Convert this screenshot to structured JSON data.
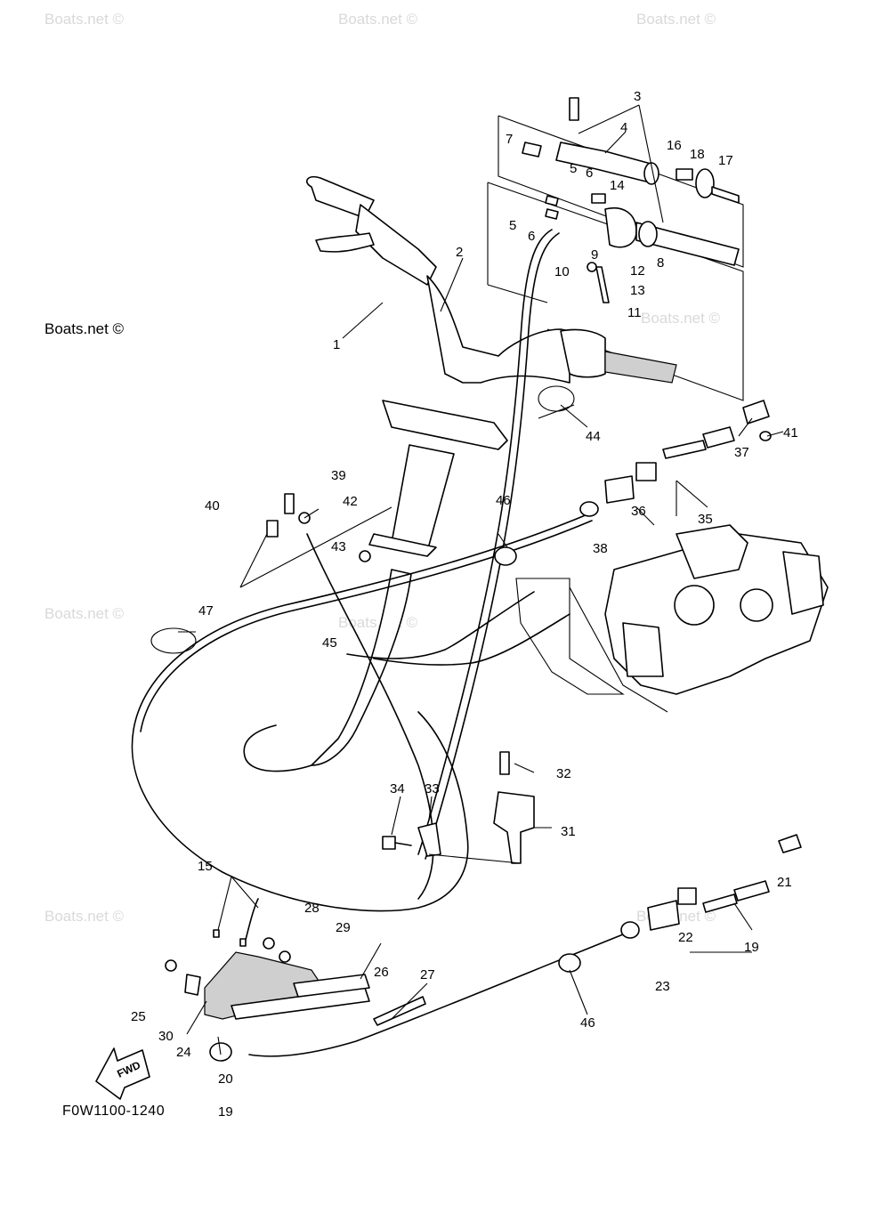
{
  "watermark": "Boats.net ©",
  "copyright": "Boats.net ©",
  "figure_code": "F0W1100-1240",
  "fwd_label": "FWD",
  "callouts": [
    "1",
    "2",
    "3",
    "4",
    "5",
    "5",
    "6",
    "6",
    "7",
    "8",
    "9",
    "10",
    "11",
    "12",
    "13",
    "14",
    "15",
    "16",
    "17",
    "18",
    "19",
    "19",
    "20",
    "21",
    "22",
    "23",
    "24",
    "25",
    "26",
    "27",
    "28",
    "29",
    "30",
    "31",
    "32",
    "33",
    "34",
    "35",
    "36",
    "37",
    "38",
    "39",
    "40",
    "41",
    "42",
    "43",
    "44",
    "45",
    "46",
    "46",
    "47"
  ]
}
